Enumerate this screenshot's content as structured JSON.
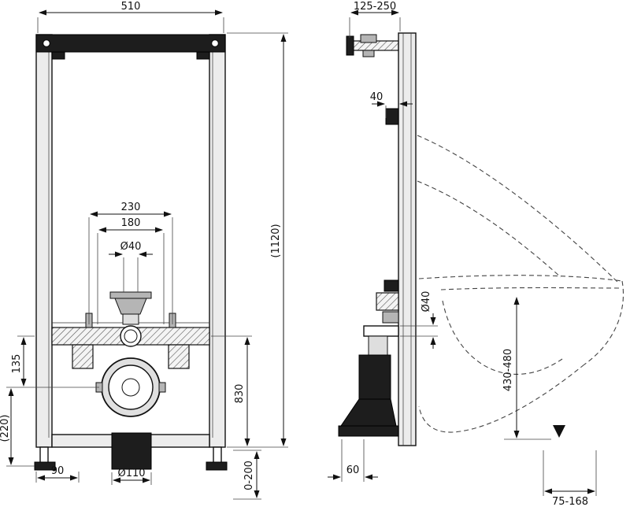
{
  "drawing": {
    "kind": "installation-frame-technical-drawing",
    "colors": {
      "line": "#111111",
      "dark_fill": "#1d1d1d",
      "background": "#ffffff"
    }
  },
  "front_view": {
    "dims": {
      "top_width": "510",
      "bolt_spacing_outer": "230",
      "bolt_spacing_inner": "180",
      "flush_pipe_dia": "Ø40",
      "rail_to_drain": "135",
      "drain_to_floor": "(220)",
      "foot_offset": "90",
      "outlet_dia": "Ø110",
      "rail_height": "830",
      "total_height": "(1120)",
      "leg_adjustment": "0-200"
    }
  },
  "side_view": {
    "dims": {
      "bracket_depth": "125-250",
      "bracket_offset": "40",
      "flush_pipe_dia": "Ø40",
      "bowl_height": "430-480",
      "outlet_offset": "60",
      "outlet_range": "75-168"
    }
  }
}
